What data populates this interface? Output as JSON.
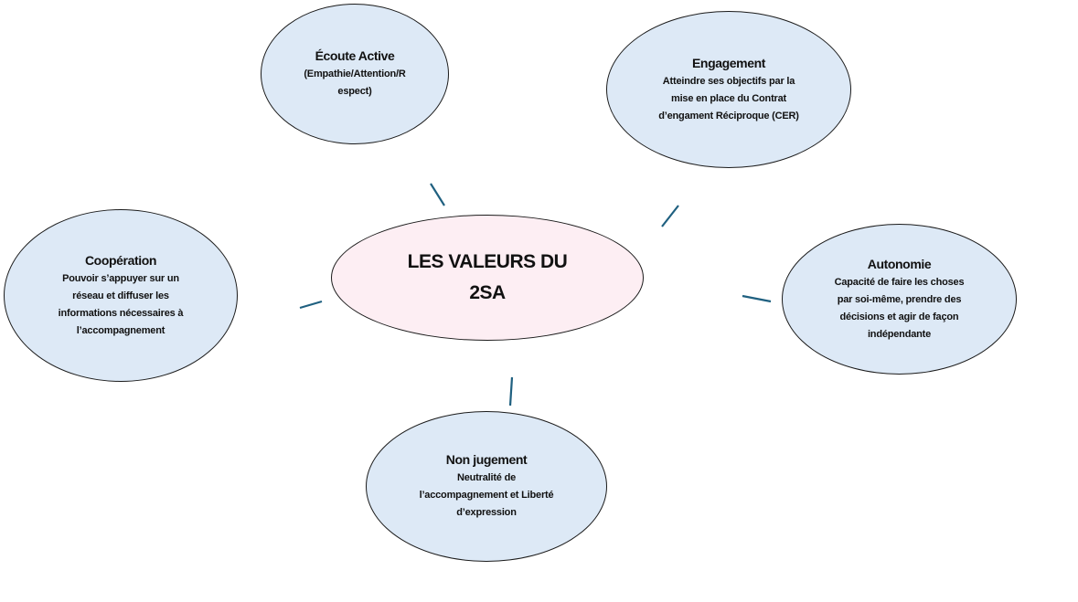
{
  "diagram": {
    "center": {
      "title": "LES VALEURS DU\n2SA"
    },
    "nodes": {
      "ecoute": {
        "title": "Écoute Active",
        "text": "(Empathie/Attention/R\nespect)"
      },
      "engagement": {
        "title": "Engagement",
        "text": "Atteindre ses objectifs par la\nmise en place du Contrat\nd’engament Réciproque (CER)"
      },
      "cooperation": {
        "title": "Coopération",
        "text": "Pouvoir s’appuyer sur un\nréseau et diffuser les\ninformations nécessaires à\nl’accompagnement"
      },
      "autonomie": {
        "title": "Autonomie",
        "text": "Capacité de faire les choses\npar soi-même, prendre des\ndécisions et agir de façon\nindépendante"
      },
      "non_jugement": {
        "title": "Non jugement",
        "text": "Neutralité de\nl’accompagnement et Liberté\nd’expression"
      }
    },
    "colors": {
      "center_fill": "#fdeef3",
      "node_fill": "#dde9f6",
      "outline": "#1b1b1b",
      "connector": "#1f6080"
    }
  }
}
